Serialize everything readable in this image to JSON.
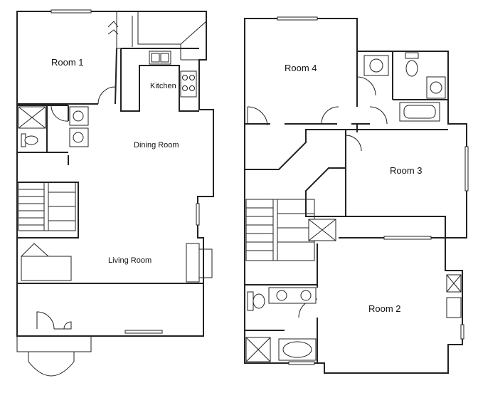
{
  "ground_floor": {
    "rooms": {
      "room1": "Room 1",
      "kitchen": "Kitchen",
      "dining": "Dining Room",
      "living": "Living Room"
    }
  },
  "upper_floor": {
    "rooms": {
      "room4": "Room 4",
      "room3": "Room 3",
      "room2": "Room 2"
    }
  }
}
